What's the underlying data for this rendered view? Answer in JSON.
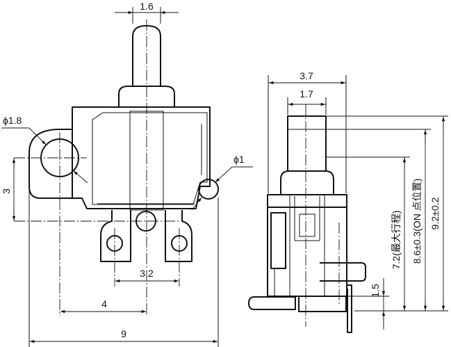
{
  "front_view": {
    "dims": {
      "toggle_width": "1.6",
      "hole_diameter": "ϕ1.8",
      "pin_diameter": "ϕ1",
      "vertical_offset": "3",
      "terminal_pitch": "3.2",
      "hole_to_center": "4",
      "overall_width": "9"
    }
  },
  "side_view": {
    "dims": {
      "body_depth": "3.7",
      "lever_width": "1.7",
      "stroke": "7.2(最大行程)",
      "on_point": "8.6±0.3(ON 点位置)",
      "total_height": "9.2±0.2",
      "base_height": "1.5"
    }
  }
}
